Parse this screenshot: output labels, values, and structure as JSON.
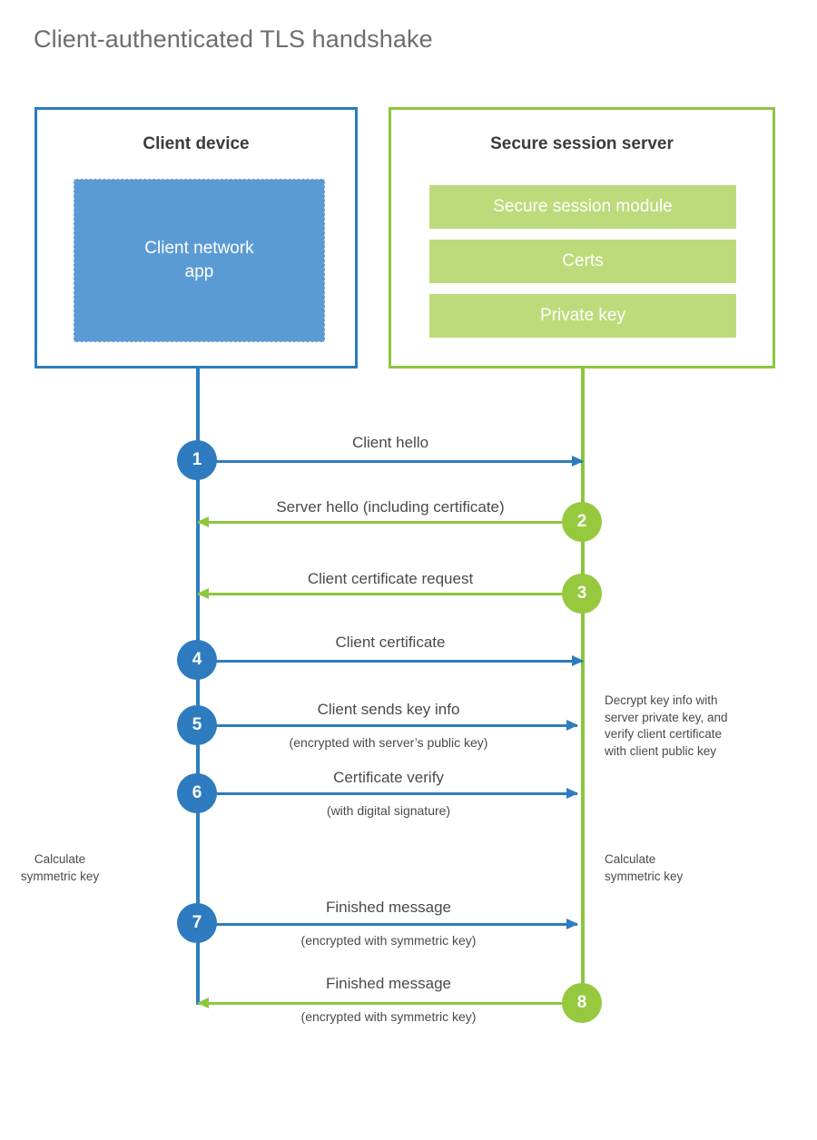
{
  "title": "Client-authenticated TLS handshake",
  "colors": {
    "blue_line": "#2E7CBF",
    "blue_fill": "#5B9BD5",
    "green_line": "#8DC63F",
    "green_fill": "#BEDB7B",
    "green_badge": "#96C93D",
    "title_text": "#6e6e6e",
    "body_text": "#4a4a4a"
  },
  "actors": {
    "client": {
      "title": "Client device",
      "inner_block": "Client network\napp"
    },
    "server": {
      "title": "Secure session server",
      "blocks": [
        "Secure session module",
        "Certs",
        "Private key"
      ]
    }
  },
  "messages": [
    {
      "step": "1",
      "label": "Client hello",
      "sub": "",
      "direction": "to-server"
    },
    {
      "step": "2",
      "label": "Server hello (including certificate)",
      "sub": "",
      "direction": "to-client"
    },
    {
      "step": "3",
      "label": "Client certificate request",
      "sub": "",
      "direction": "to-client"
    },
    {
      "step": "4",
      "label": "Client certificate",
      "sub": "",
      "direction": "to-server"
    },
    {
      "step": "5",
      "label": "Client sends key info",
      "sub": "(encrypted with server’s public key)",
      "direction": "to-server"
    },
    {
      "step": "6",
      "label": "Certificate verify",
      "sub": "(with digital signature)",
      "direction": "to-server"
    },
    {
      "step": "7",
      "label": "Finished message",
      "sub": "(encrypted with symmetric key)",
      "direction": "to-server"
    },
    {
      "step": "8",
      "label": "Finished message",
      "sub": "(encrypted with symmetric key)",
      "direction": "to-client"
    }
  ],
  "annotations": {
    "server_decrypt": "Decrypt key info with\nserver private key, and\nverify client certificate\nwith client public key",
    "client_calculate": "Calculate\nsymmetric key",
    "server_calculate": "Calculate\nsymmetric key"
  }
}
